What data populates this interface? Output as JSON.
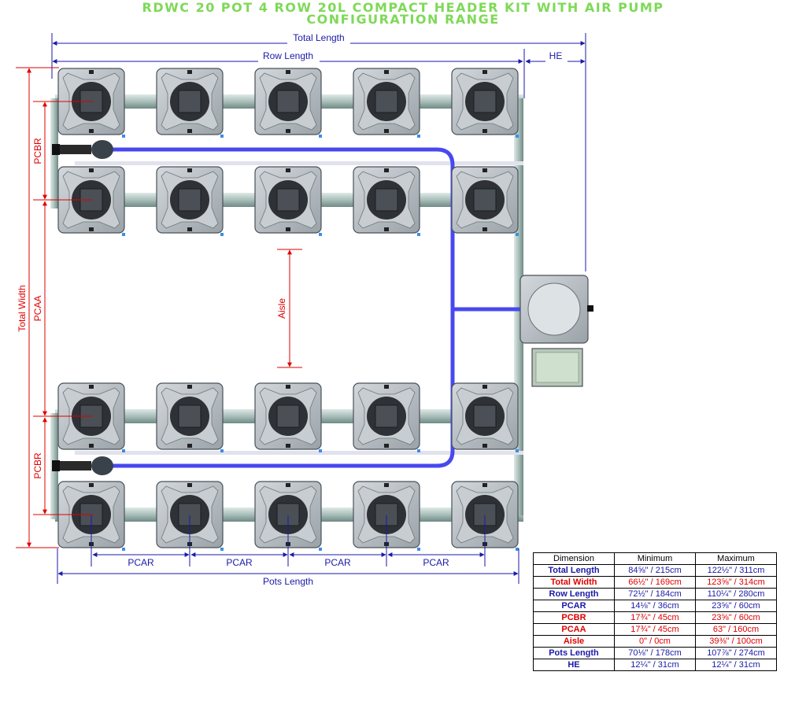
{
  "title": {
    "line1": "RDWC 20 POT 4 ROW 20L COMPACT HEADER KIT WITH AIR PUMP",
    "line2": "CONFIGURATION RANGE"
  },
  "labels": {
    "total_length": "Total Length",
    "row_length": "Row Length",
    "he": "HE",
    "total_width": "Total Width",
    "pcbr": "PCBR",
    "pcaa": "PCAA",
    "aisle": "Aisle",
    "pcar": "PCAR",
    "pots_length": "Pots Length"
  },
  "colors": {
    "title": "#7ed957",
    "blue_dim": "#1a1aa8",
    "red_dim": "#e00000",
    "air_line": "#4848f0",
    "pot_fill": "#b8bfc4"
  },
  "table": {
    "headers": [
      "Dimension",
      "Minimum",
      "Maximum"
    ],
    "rows": [
      {
        "name": "Total Length",
        "min": "84⅝\" / 215cm",
        "max": "122½\" / 311cm",
        "color": "blue"
      },
      {
        "name": "Total Width",
        "min": "66½\" / 169cm",
        "max": "123⅝\" / 314cm",
        "color": "red"
      },
      {
        "name": "Row Length",
        "min": "72½\" / 184cm",
        "max": "110¼\" / 280cm",
        "color": "blue"
      },
      {
        "name": "PCAR",
        "min": "14⅛\" / 36cm",
        "max": "23⅝\" / 60cm",
        "color": "blue"
      },
      {
        "name": "PCBR",
        "min": "17¾\" / 45cm",
        "max": "23⅝\" / 60cm",
        "color": "red"
      },
      {
        "name": "PCAA",
        "min": "17¾\" / 45cm",
        "max": "63\" / 160cm",
        "color": "red"
      },
      {
        "name": "Aisle",
        "min": "0\" / 0cm",
        "max": "39⅜\" / 100cm",
        "color": "red"
      },
      {
        "name": "Pots Length",
        "min": "70⅛\" / 178cm",
        "max": "107⅞\" / 274cm",
        "color": "blue"
      },
      {
        "name": "HE",
        "min": "12¼\" / 31cm",
        "max": "12¼\" / 31cm",
        "color": "blue"
      }
    ]
  }
}
